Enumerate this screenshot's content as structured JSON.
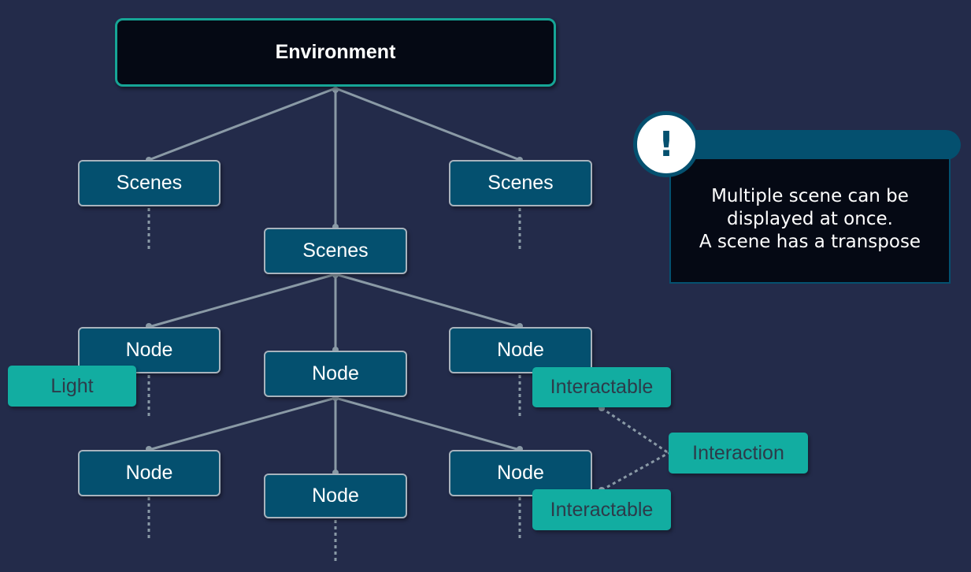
{
  "root": {
    "label": "Environment"
  },
  "scenes": [
    {
      "label": "Scenes"
    },
    {
      "label": "Scenes"
    },
    {
      "label": "Scenes"
    }
  ],
  "nodes": [
    {
      "label": "Node"
    },
    {
      "label": "Node"
    },
    {
      "label": "Node"
    },
    {
      "label": "Node"
    },
    {
      "label": "Node"
    },
    {
      "label": "Node"
    }
  ],
  "tags": {
    "light": "Light",
    "interactable_top": "Interactable",
    "interactable_bottom": "Interactable",
    "interaction": "Interaction"
  },
  "callout": {
    "icon": "exclamation-icon",
    "symbol": "!",
    "lines": [
      "Multiple scene can be",
      "displayed at once.",
      "A scene has a transpose"
    ]
  },
  "colors": {
    "background": "#232b4a",
    "node_fill": "#04506f",
    "tag_fill": "#12ada1",
    "root_border": "#16a596",
    "connector": "#8a9aa6"
  }
}
